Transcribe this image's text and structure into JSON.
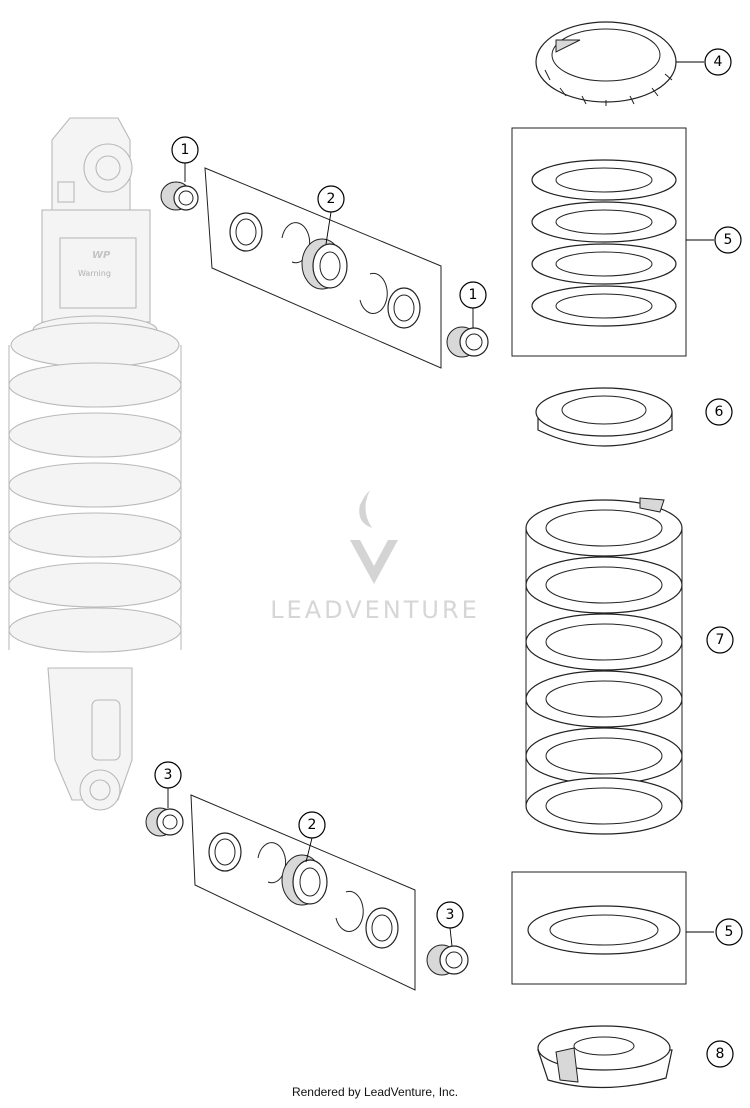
{
  "callouts": {
    "c1a": "1",
    "c1b": "1",
    "c2a": "2",
    "c2b": "2",
    "c3a": "3",
    "c3b": "3",
    "c4": "4",
    "c5a": "5",
    "c5b": "5",
    "c6": "6",
    "c7": "7",
    "c8": "8"
  },
  "shock_label": {
    "warning": "Warning",
    "brand": "WP"
  },
  "watermark": "LEADVENTURE",
  "footer": "Rendered by LeadVenture, Inc."
}
